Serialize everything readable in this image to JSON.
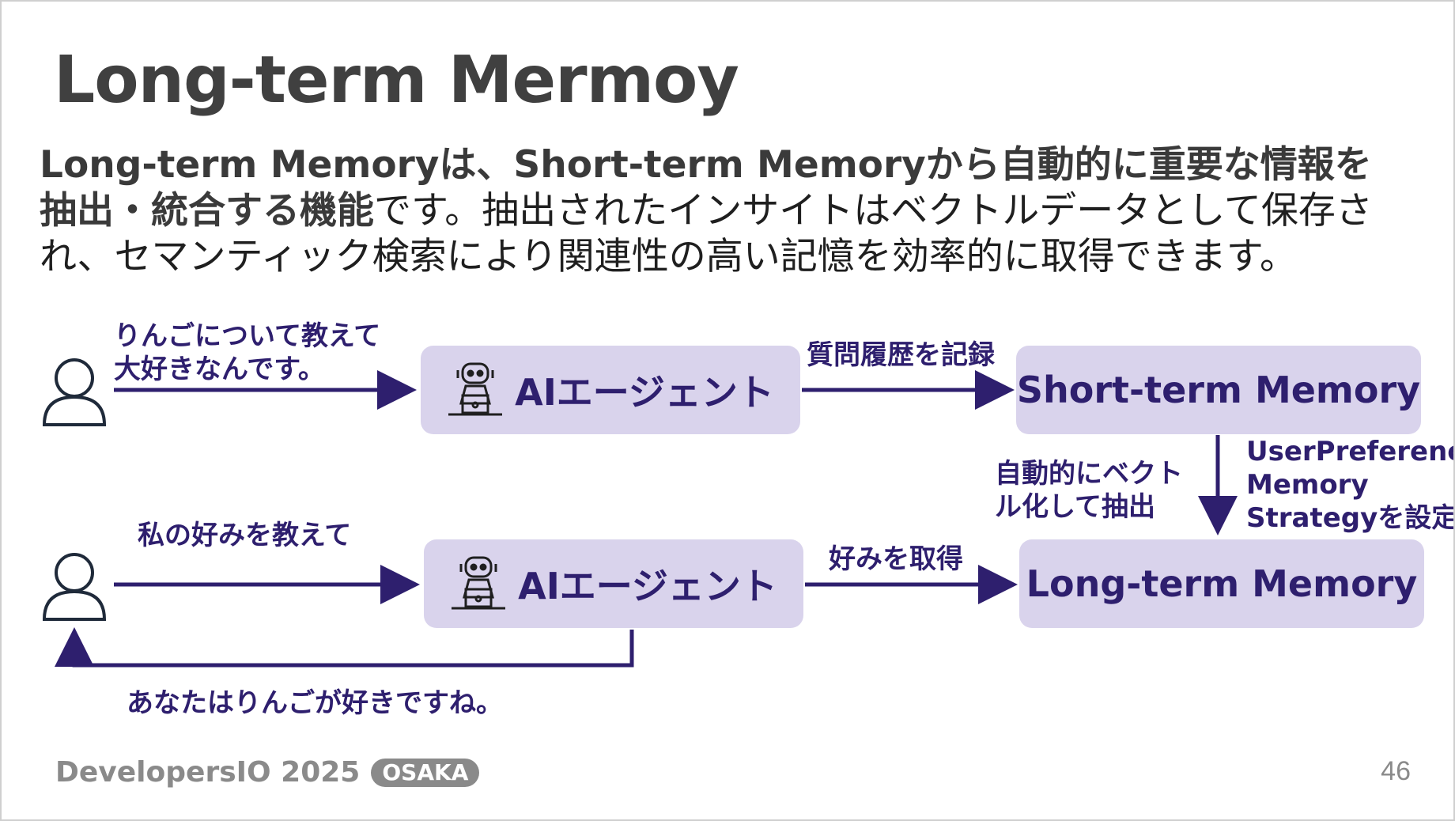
{
  "title": "Long-term Mermoy",
  "description": {
    "bold_part": "Long-term Memoryは、Short-term Memoryから自動的に重要な情報を抽出・統合する機能",
    "regular_part": "です。抽出されたインサイトはベクトルデータとして保存され、セマンティック検索により関連性の高い記憶を効率的に取得できます。"
  },
  "diagram": {
    "row1": {
      "user_message": "りんごについて教えて\n大好きなんです。",
      "agent_label": "AIエージェント",
      "record_label": "質問履歴を記録",
      "memory_label": "Short-term Memory"
    },
    "extract_label": "自動的にベクト\nル化して抽出",
    "strategy_label": "UserPreference\nMemory\nStrategyを設定",
    "row2": {
      "user_message": "私の好みを教えて",
      "agent_label": "AIエージェント",
      "fetch_label": "好みを取得",
      "memory_label": "Long-term Memory",
      "reply_message": "あなたはりんごが好きですね。"
    },
    "icons": [
      "user-icon",
      "robot-agent-icon"
    ],
    "colors": {
      "box_fill": "#d9d3ec",
      "accent": "#2e1f6e",
      "user_outline": "#1f2a3a"
    }
  },
  "footer": {
    "brand": "DevelopersIO 2025",
    "badge": "OSAKA",
    "page_number": "46"
  }
}
